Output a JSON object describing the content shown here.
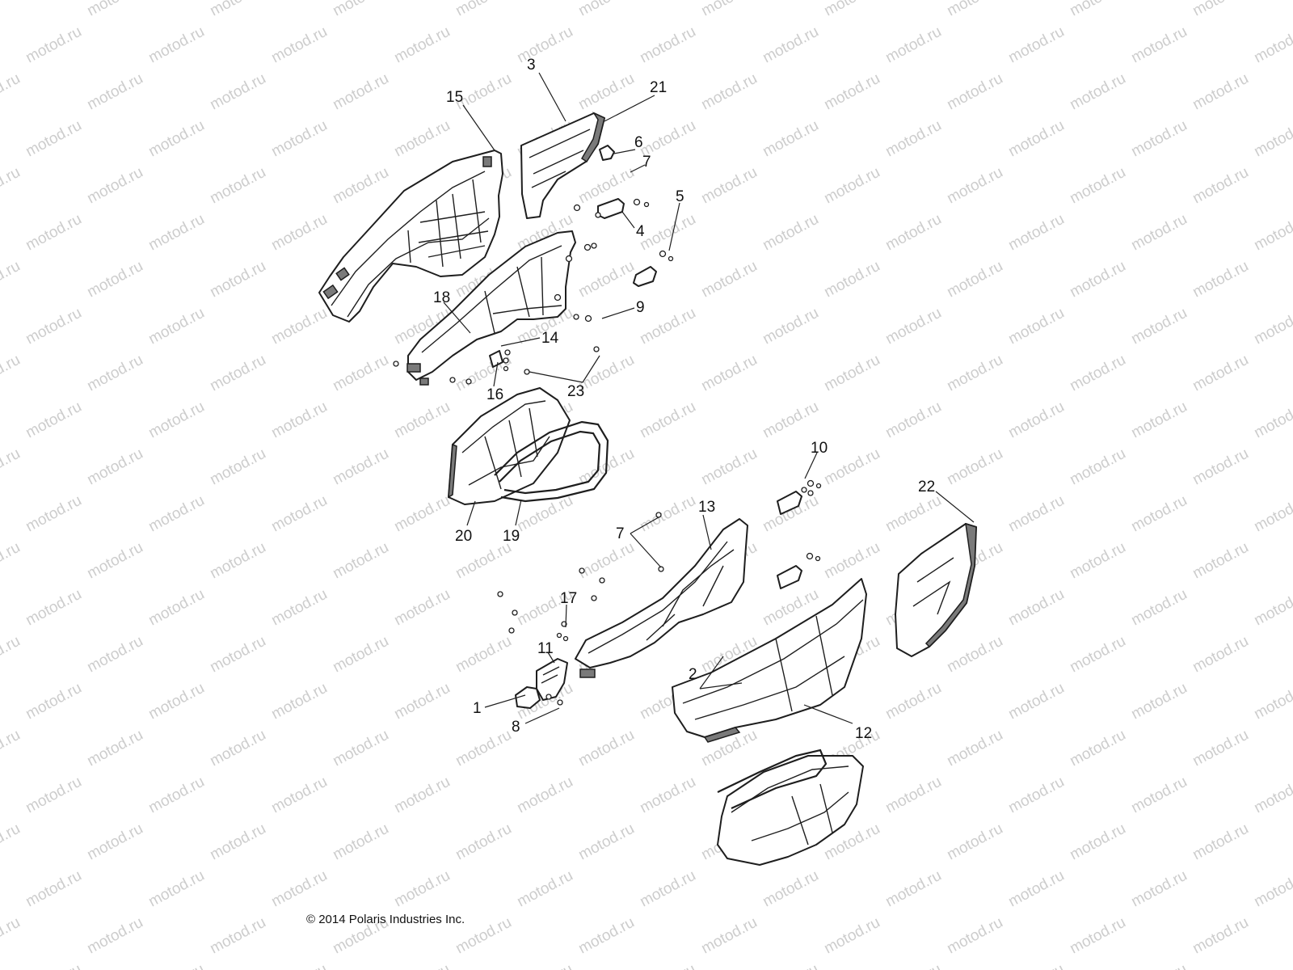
{
  "watermark": {
    "text": "motod.ru",
    "color": "#cdcdcd"
  },
  "callouts": {
    "c1": "1",
    "c2": "2",
    "c3": "3",
    "c4": "4",
    "c5": "5",
    "c6": "6",
    "c7a": "7",
    "c7b": "7",
    "c8": "8",
    "c9": "9",
    "c10": "10",
    "c11": "11",
    "c12": "12",
    "c13": "13",
    "c14": "14",
    "c15": "15",
    "c16": "16",
    "c17": "17",
    "c18": "18",
    "c19": "19",
    "c20": "20",
    "c21": "21",
    "c22": "22",
    "c23": "23"
  },
  "parts": {
    "p15": "upper-door-panel-icon",
    "p3": "upper-window-panel-icon",
    "p18": "upper-door-frame-icon",
    "p20": "upper-door-tray-icon",
    "p19": "upper-door-tube-icon",
    "p13": "lower-door-frame-icon",
    "p12": "lower-door-outer-panel-icon",
    "p22": "lower-window-panel-icon",
    "p24": "lower-door-tray-icon",
    "p11": "latch-icon",
    "hinges": "hinge-icon",
    "fasteners": "fastener-icon"
  },
  "copyright": "© 2014 Polaris Industries Inc."
}
